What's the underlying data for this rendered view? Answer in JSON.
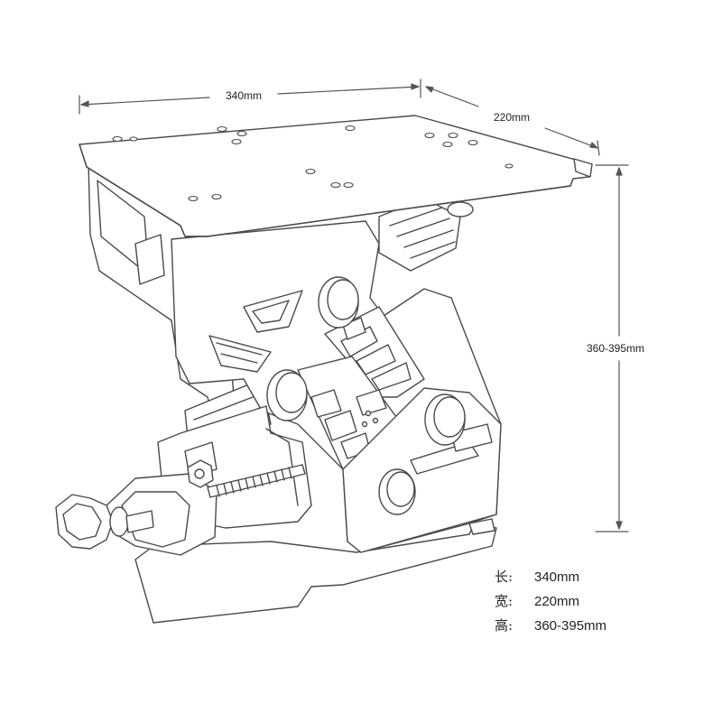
{
  "dimensions": {
    "length_label": "340mm",
    "width_label": "220mm",
    "height_label": "360-395mm"
  },
  "specs": [
    {
      "key": "长:",
      "value": "340mm"
    },
    {
      "key": "宽:",
      "value": "220mm"
    },
    {
      "key": "高:",
      "value": "360-395mm"
    }
  ],
  "colors": {
    "line": "#4a4a4a",
    "fill": "#ffffff"
  }
}
